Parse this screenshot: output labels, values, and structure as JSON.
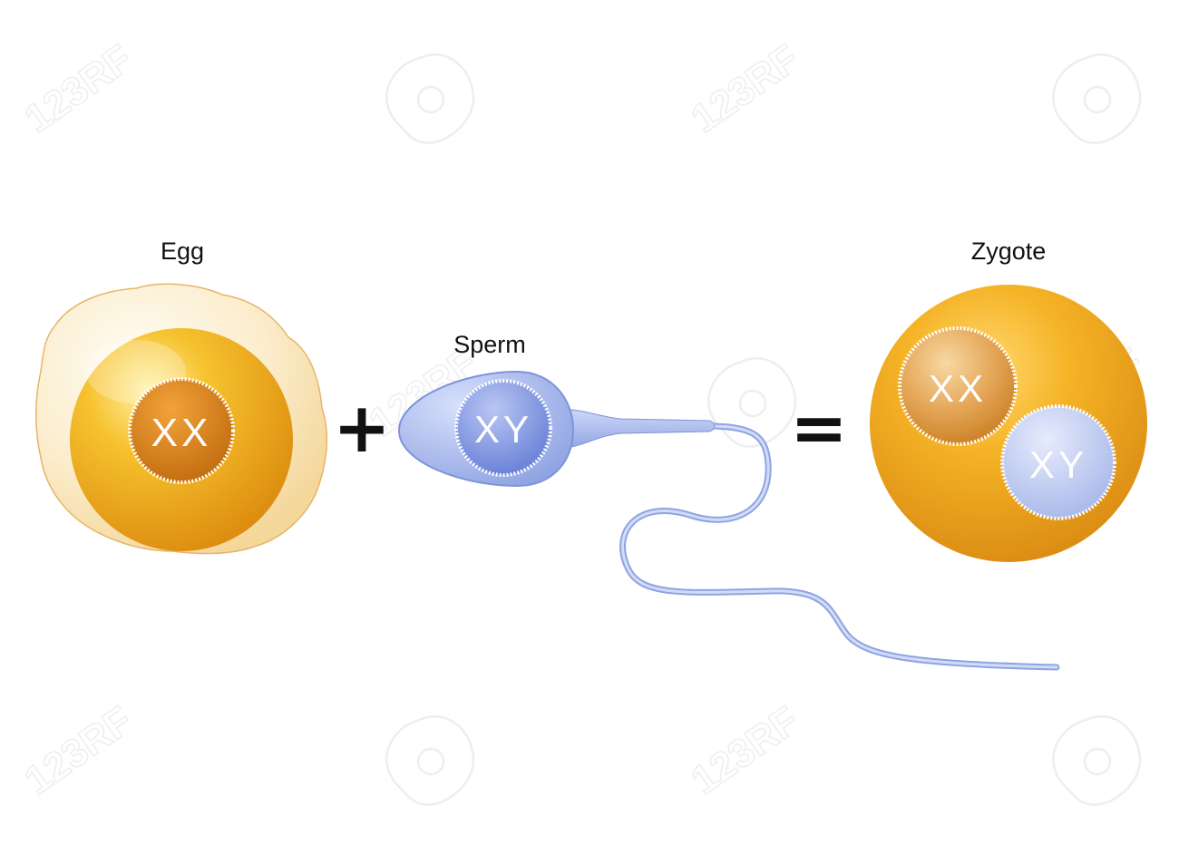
{
  "labels": {
    "egg": "Egg",
    "sperm": "Sperm",
    "zygote": "Zygote"
  },
  "chromosomes": {
    "egg": "XX",
    "sperm": "XY",
    "zygote_maternal": "XX",
    "zygote_paternal": "XY"
  },
  "operators": {
    "plus": "+",
    "equals": "="
  },
  "watermark": "123RF",
  "colors": {
    "egg_cytoplasm": "#f0ad1e",
    "egg_corona": "#fae6bf",
    "egg_nucleus": "#d9841c",
    "sperm_body": "#a9b9ec",
    "sperm_nucleus": "#7e94e0",
    "zygote_cytoplasm": "#f0ad1e",
    "chromosome": "#ffffff",
    "membrane": "#ffffff"
  }
}
